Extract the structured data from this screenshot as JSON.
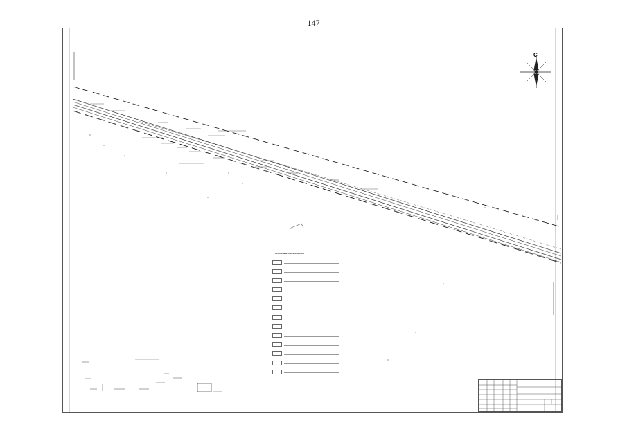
{
  "page": {
    "number": "147"
  },
  "compass": {
    "north_label": "С"
  },
  "legend": {
    "title": "УСЛОВНЫЕ ОБОЗНАЧЕНИЯ",
    "items_count_note": ""
  },
  "drawing": {
    "type": "topographic highway plan sheet",
    "line_color": "#333333"
  }
}
